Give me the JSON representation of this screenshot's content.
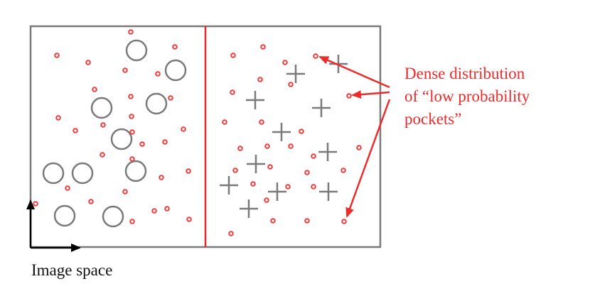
{
  "annotation": {
    "lines": [
      "Dense distribution",
      "of “low probability",
      "pockets”"
    ]
  },
  "caption": "Image space",
  "colors": {
    "frame": "#7a7a7a",
    "divider": "#e8262b",
    "point": "#ee3b3b",
    "circle": "#7a7a7a",
    "cross": "#7a7a7a",
    "arrow": "#ee2b2b",
    "axes": "#000000"
  },
  "legend_markers": {
    "small_point": "red-circle-point",
    "large_circle": "gray-circle",
    "cross": "gray-plus-marker"
  }
}
